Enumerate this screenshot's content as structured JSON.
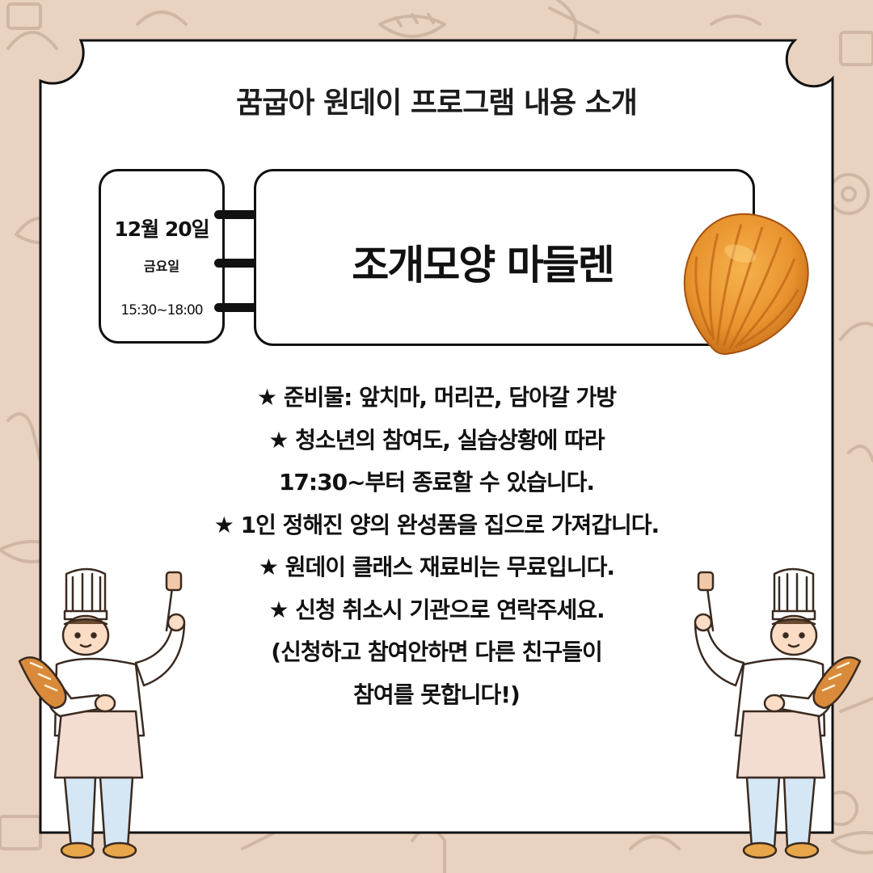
{
  "header": {
    "title": "꿈굽아 원데이 프로그램 내용 소개"
  },
  "schedule": {
    "date": "12월 20일",
    "weekday": "금요일",
    "time": "15:30~18:00"
  },
  "class": {
    "name": "조개모양 마들렌"
  },
  "notes": [
    "★ 준비물: 앞치마, 머리끈, 담아갈 가방",
    "★ 청소년의 참여도, 실습상황에 따라",
    "17:30~부터 종료할 수 있습니다.",
    "★ 1인 정해진 양의 완성품을 집으로 가져갑니다.",
    "★ 원데이 클래스 재료비는 무료입니다.",
    "★ 신청 취소시 기관으로 연락주세요.",
    "(신청하고 참여안하면 다른 친구들이",
    "참여를 못합니다!)"
  ],
  "colors": {
    "background": "#e9d3c0",
    "card": "#ffffff",
    "ink": "#111111",
    "madeleine": "#e8922e"
  },
  "icons": {
    "doodles": "bakery-doodle-pattern",
    "madeleine": "madeleine-icon",
    "chef": "chef-icon"
  }
}
